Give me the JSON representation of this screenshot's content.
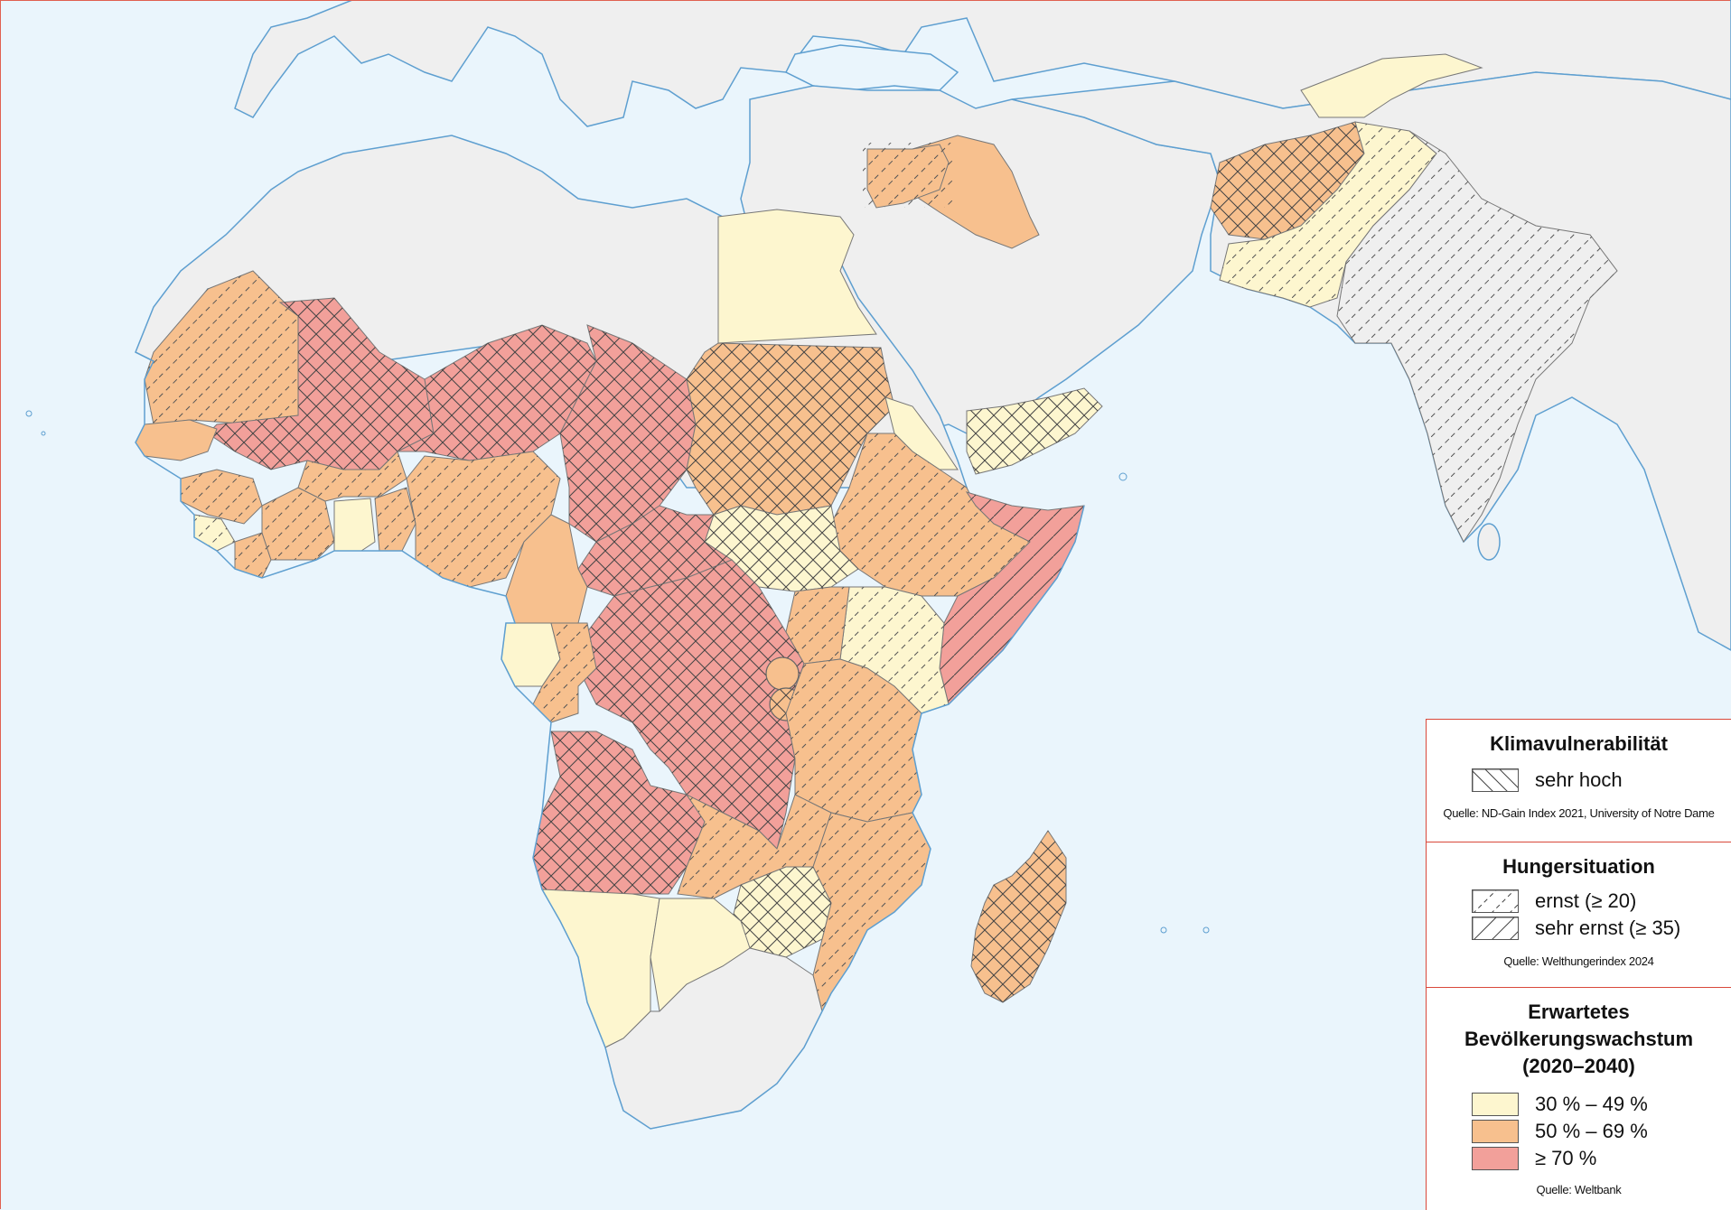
{
  "legend": {
    "klima": {
      "title": "Klimavulnerabilität",
      "items": [
        {
          "label": "sehr hoch",
          "pattern": "hatch-backslash"
        }
      ],
      "source": "Quelle: ND-Gain Index 2021, University of Notre Dame"
    },
    "hunger": {
      "title": "Hungersituation",
      "items": [
        {
          "label": "ernst (≥ 20)",
          "pattern": "hatch-slash-dashed"
        },
        {
          "label": "sehr ernst (≥ 35)",
          "pattern": "hatch-slash-solid"
        }
      ],
      "source": "Quelle: Welthungerindex 2024"
    },
    "bev": {
      "title_line1": "Erwartetes",
      "title_line2": "Bevölkerungswachstum",
      "title_line3": "(2020–2040)",
      "items": [
        {
          "label": "30 % – 49 %",
          "color": "#fdf6cf"
        },
        {
          "label": "50 % – 69 %",
          "color": "#f7c08e"
        },
        {
          "label": "≥ 70 %",
          "color": "#f2a09a"
        }
      ],
      "source": "Quelle: Weltbank"
    }
  },
  "colors": {
    "ocean": "#eaf5fc",
    "land_other": "#efefef",
    "growth_30_49": "#fdf6cf",
    "growth_50_69": "#f7c08e",
    "growth_70": "#f2a09a",
    "frame": "#d9483a",
    "coast": "#5e9fd0"
  }
}
